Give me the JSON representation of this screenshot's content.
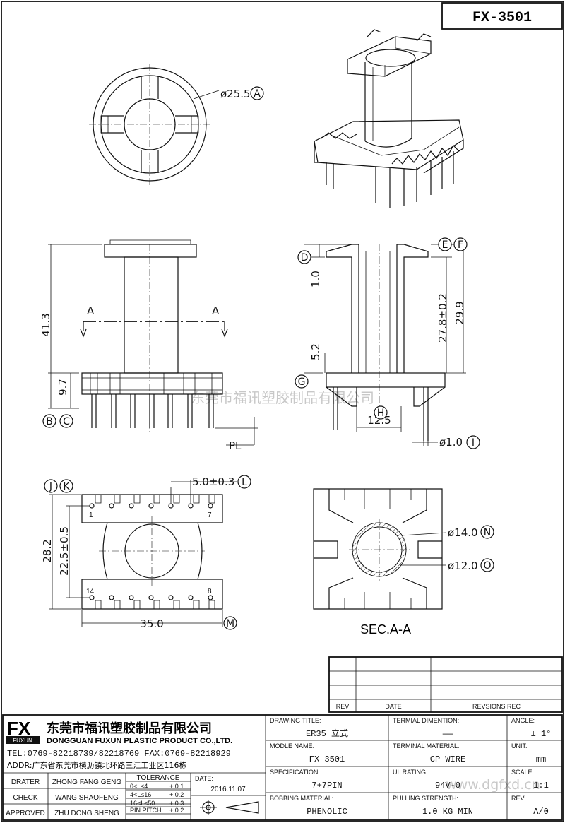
{
  "part_number": "FX-3501",
  "watermark": "东莞市福讯塑胶制品有限公司",
  "watermark_url": "www.dgfxd.cn",
  "top_view": {
    "diameter": "ø25.5",
    "ref": "A"
  },
  "front_view": {
    "height": "41.3",
    "base": "9.7",
    "section_mark": "A",
    "refs": [
      "B",
      "C"
    ],
    "pl": "PL"
  },
  "side_view": {
    "d_ref": "D",
    "e_ref": "E",
    "f_ref": "F",
    "g_ref": "G",
    "h_ref": "H",
    "i_ref": "I",
    "dim_1": "1.0",
    "dim_278": "27.8±0.2",
    "dim_299": "29.9",
    "dim_52": "5.2",
    "dim_125": "12.5",
    "dim_pin": "ø1.0"
  },
  "bottom_view": {
    "j_ref": "J",
    "k_ref": "K",
    "l_ref": "L",
    "m_ref": "M",
    "pitch": "5.0±0.3",
    "height": "28.2",
    "inner": "22.5±0.5",
    "width": "35.0",
    "pin_1": "1",
    "pin_7": "7",
    "pin_14": "14",
    "pin_8": "8"
  },
  "section_view": {
    "title": "SEC.A-A",
    "outer": "ø14.0",
    "inner": "ø12.0",
    "n_ref": "N",
    "o_ref": "O"
  },
  "revision_table": {
    "headers": [
      "REV",
      "DATE",
      "REVSIONS REC"
    ]
  },
  "company": {
    "logo": "FX",
    "logo_sub": "FUXUN",
    "name_cn": "东莞市福讯塑胶制品有限公司",
    "name_en": "DONGGUAN FUXUN PLASTIC PRODUCT CO.,LTD.",
    "tel": "TEL:0769-82218739/82218769 FAX:0769-82218929",
    "addr": "ADDR:广东省东莞市横沥镇北环路三江工业区116栋"
  },
  "people": [
    {
      "role": "DRATER",
      "name": "ZHONG FANG GENG"
    },
    {
      "role": "CHECK",
      "name": "WANG SHAOFENG"
    },
    {
      "role": "APPROVED",
      "name": "ZHU DONG SHENG"
    }
  ],
  "tolerance": {
    "title": "TOLERANCE",
    "rows": [
      {
        "range": "0<L≤4",
        "val": "+ 0.1"
      },
      {
        "range": "4<L≤16",
        "val": "+ 0.2"
      },
      {
        "range": "16<L≤50",
        "val": "+ 0.3"
      },
      {
        "range": "PIN PITCH",
        "val": "+ 0.2"
      }
    ]
  },
  "date": {
    "label": "DATE:",
    "value": "2016.11.07"
  },
  "fields": {
    "drawing_title_label": "DRAWING TITLE:",
    "drawing_title": "ER35 立式",
    "model_label": "MODLE NAME:",
    "model": "FX 3501",
    "spec_label": "SPECIFICATION:",
    "spec": "7+7PIN",
    "bobbin_label": "BOBBING MATERIAL:",
    "bobbin": "PHENOLIC",
    "term_dim_label": "TERMIAL DIMENTION:",
    "term_dim": "——",
    "term_mat_label": "TERMINAL MATERIAL:",
    "term_mat": "CP WIRE",
    "ul_label": "UL RATING:",
    "ul": "94V-0",
    "pull_label": "PULLING STRENGTH:",
    "pull": "1.0 KG MIN",
    "angle_label": "ANGLE:",
    "angle": "± 1°",
    "unit_label": "UNIT:",
    "unit": "mm",
    "scale_label": "SCALE:",
    "scale": "1:1",
    "rev_label": "REV:",
    "rev": "A/0"
  }
}
